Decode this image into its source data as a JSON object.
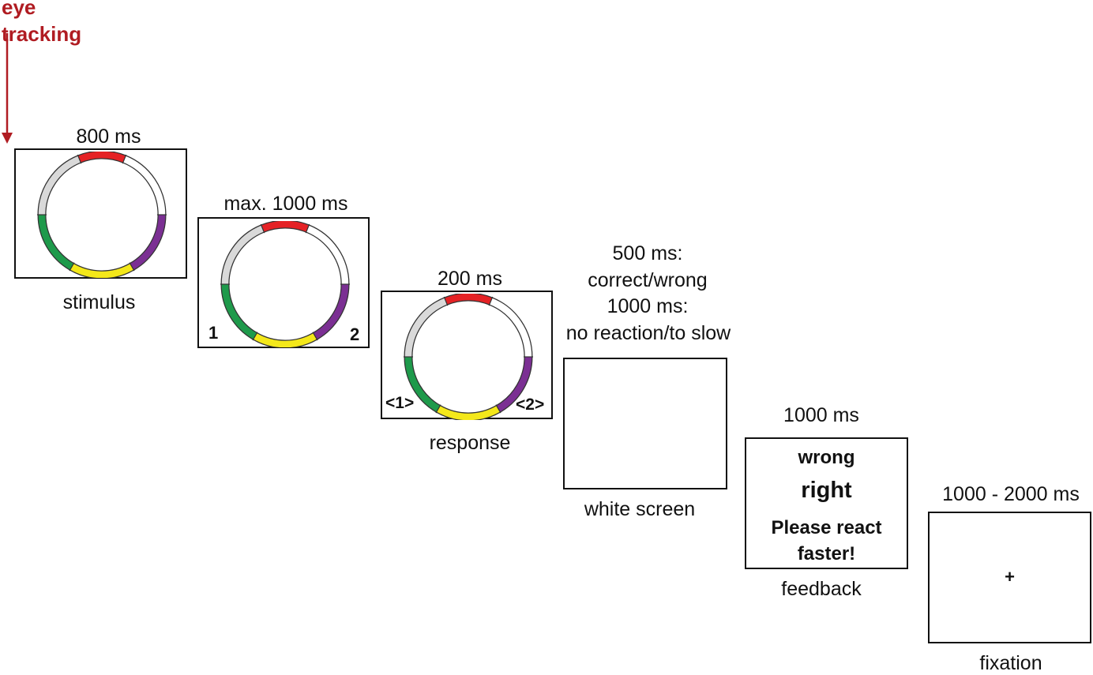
{
  "eye_tracking": {
    "line1": "eye",
    "line2": "tracking",
    "color": "#b01c22"
  },
  "stimulus": {
    "duration": "800 ms",
    "caption": "stimulus"
  },
  "choice": {
    "duration": "max. 1000 ms",
    "left_key": "1",
    "right_key": "2"
  },
  "response": {
    "duration": "200 ms",
    "caption": "response",
    "left_key": "<1>",
    "right_key": "<2>"
  },
  "white_screen": {
    "duration_line1": "500 ms:",
    "duration_line2": "correct/wrong",
    "duration_line3": "1000 ms:",
    "duration_line4": "no reaction/to slow",
    "caption": "white screen"
  },
  "feedback": {
    "duration": "1000 ms",
    "caption": "feedback",
    "msg_wrong": "wrong",
    "msg_right": "right",
    "msg_faster_line1": "Please react",
    "msg_faster_line2": "faster!"
  },
  "fixation": {
    "duration": "1000 - 2000 ms",
    "caption": "fixation",
    "symbol": "+"
  },
  "ring_colors": {
    "red": "#e52225",
    "white": "#ffffff",
    "gray": "#d9d9d9",
    "green": "#1e9a4b",
    "yellow": "#f4e81a",
    "purple": "#7b2f93"
  }
}
